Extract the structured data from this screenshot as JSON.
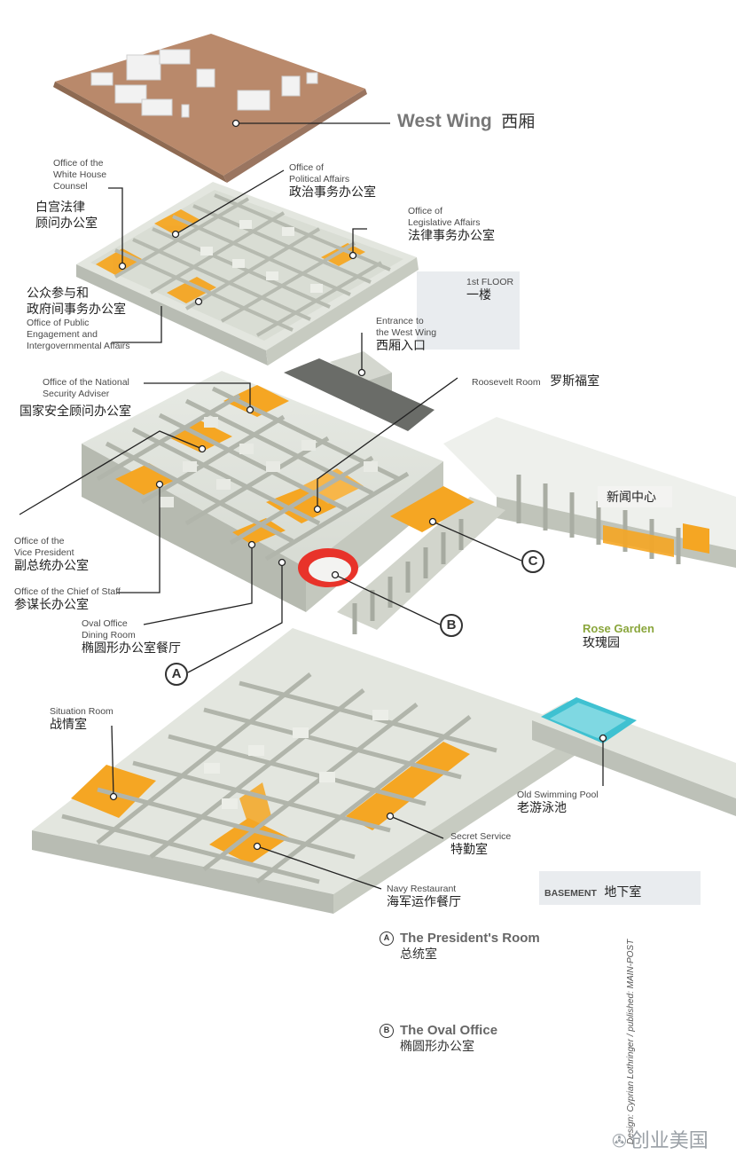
{
  "title": {
    "en": "West Wing",
    "zh": "西厢"
  },
  "first_floor": {
    "en": "1st FLOOR",
    "zh": "一楼"
  },
  "basement": {
    "en": "BASEMENT",
    "zh": "地下室"
  },
  "labels": {
    "counsel": {
      "en": [
        "Office of the",
        "White House",
        "Counsel"
      ],
      "zh": [
        "白宫法律",
        "顾问办公室"
      ]
    },
    "political": {
      "en": [
        "Office of",
        "Political Affairs"
      ],
      "zh": "政治事务办公室"
    },
    "legislative": {
      "en": [
        "Office of",
        "Legislative Affairs"
      ],
      "zh": "法律事务办公室"
    },
    "public_engagement": {
      "en": [
        "Office of Public",
        "Engagement and",
        "Intergovernmental Affairs"
      ],
      "zh": [
        "公众参与和",
        "政府间事务办公室"
      ]
    },
    "entrance": {
      "en": [
        "Entrance to",
        "the West Wing"
      ],
      "zh": "西厢入口"
    },
    "nsa": {
      "en": [
        "Office of the National",
        "Security Adviser"
      ],
      "zh": "国家安全顾问办公室"
    },
    "roosevelt": {
      "en": "Roosevelt Room",
      "zh": "罗斯福室"
    },
    "press": {
      "zh": "新闻中心"
    },
    "vp": {
      "en": [
        "Office of the",
        "Vice President"
      ],
      "zh": "副总统办公室"
    },
    "chief_staff": {
      "en": "Office of the Chief of Staff",
      "zh": "参谋长办公室"
    },
    "oval_dining": {
      "en": [
        "Oval Office",
        "Dining Room"
      ],
      "zh": "椭圆形办公室餐厅"
    },
    "rose_garden": {
      "en": "Rose Garden",
      "zh": "玫瑰园"
    },
    "situation": {
      "en": "Situation Room",
      "zh": "战情室"
    },
    "swimming": {
      "en": "Old Swimming Pool",
      "zh": "老游泳池"
    },
    "secret_service": {
      "en": "Secret Service",
      "zh": "特勤室"
    },
    "navy": {
      "en": "Navy Restaurant",
      "zh": "海军运作餐厅"
    }
  },
  "markers": {
    "a": "A",
    "b": "B",
    "c": "C"
  },
  "legend": [
    {
      "marker": "A",
      "en": "The President's Room",
      "zh": "总统室"
    },
    {
      "marker": "B",
      "en": "The Oval Office",
      "zh": "椭圆形办公室"
    }
  ],
  "credit": "Design: Cyprian Lothringer / published: MAIN-POST",
  "watermark": "创业美国",
  "colors": {
    "orange": "#f5a623",
    "red": "#e8332a",
    "pool": "#3fc1d1",
    "wall": "#c9cdc4",
    "roof": "#b9896b"
  }
}
